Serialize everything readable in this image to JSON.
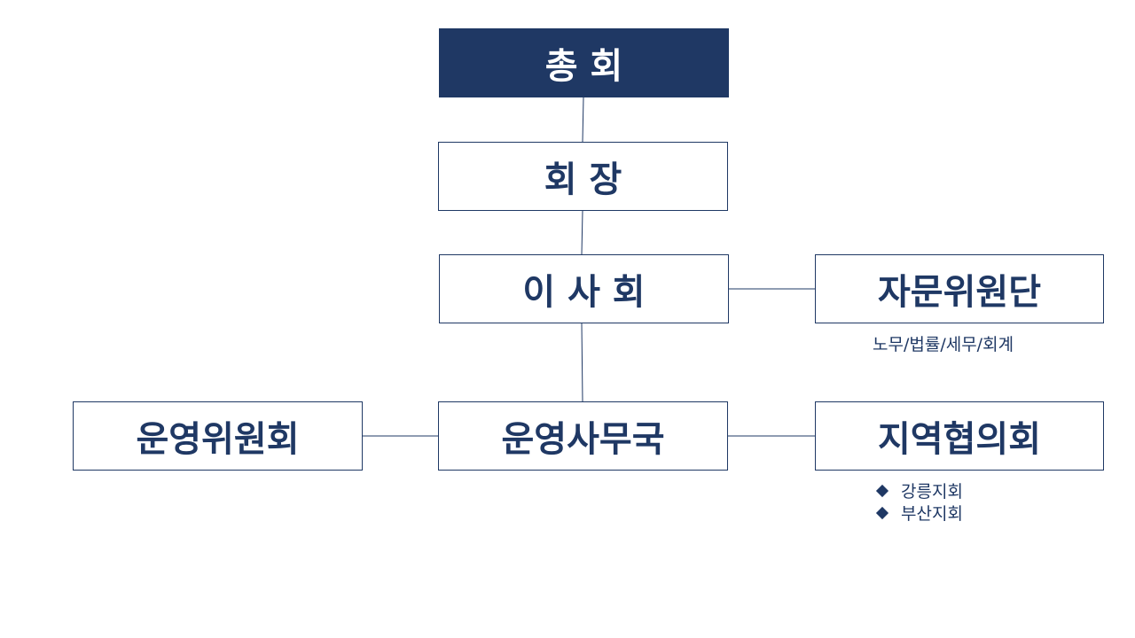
{
  "chart": {
    "general_assembly": "총 회",
    "president": "회 장",
    "board": "이 사 회",
    "advisory": "자문위원단",
    "advisory_note": "노무/법률/세무/회계",
    "operating_committee": "운영위원회",
    "secretariat": "운영사무국",
    "regional_council": "지역협의회",
    "branches": [
      "강릉지회",
      "부산지회"
    ]
  },
  "colors": {
    "accent": "#1f3864",
    "background": "#ffffff",
    "filled_text": "#ffffff"
  }
}
